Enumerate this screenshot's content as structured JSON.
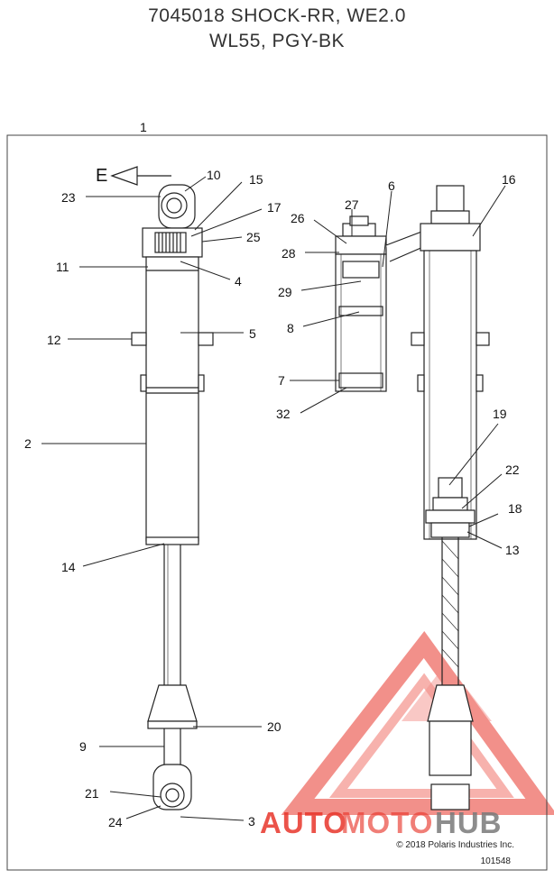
{
  "title_line1": "7045018 SHOCK-RR, WE2.0",
  "title_line2": "WL55, PGY-BK",
  "direction_letter": "E",
  "callouts": [
    "1",
    "2",
    "3",
    "4",
    "5",
    "6",
    "7",
    "8",
    "9",
    "10",
    "11",
    "12",
    "13",
    "14",
    "15",
    "16",
    "17",
    "18",
    "19",
    "20",
    "21",
    "22",
    "23",
    "24",
    "25",
    "26",
    "27",
    "28",
    "29",
    "32"
  ],
  "watermark": {
    "part1": "AUTO",
    "part2": "MOTO",
    "part3": "HUB",
    "color_red": "#e8362b",
    "color_gray": "#7a7a7a"
  },
  "copyright": "© 2018 Polaris Industries Inc.",
  "drawing_number": "101548"
}
